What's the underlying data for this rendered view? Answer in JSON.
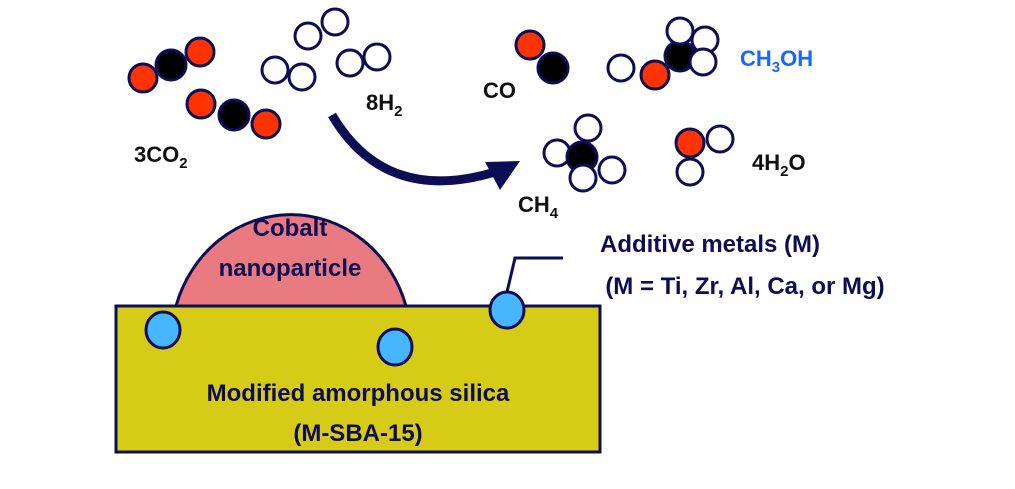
{
  "colors": {
    "oxygen": "#ff3300",
    "carbon": "#000000",
    "hydrogen": "#ffffff",
    "outline": "#0d0d55",
    "cobalt": "#e97a7f",
    "silica": "#d6cb17",
    "additive": "#45b6ff",
    "methanol_label": "#1a66ff"
  },
  "reactants": {
    "co2": "3CO",
    "co2_sub": "2",
    "h2": "8H",
    "h2_sub": "2"
  },
  "products": {
    "co": "CO",
    "methanol_a": "CH",
    "methanol_sub": "3",
    "methanol_b": "OH",
    "methane": "CH",
    "methane_sub": "4",
    "water_a": "4H",
    "water_sub": "2",
    "water_b": "O"
  },
  "cobalt": {
    "line1": "Cobalt",
    "line2": "nanoparticle"
  },
  "additive": {
    "line1": "Additive metals (M)",
    "line2": "(M = Ti, Zr, Al, Ca, or Mg)"
  },
  "support": {
    "line1": "Modified amorphous silica",
    "line2": "(M-SBA-15)"
  }
}
